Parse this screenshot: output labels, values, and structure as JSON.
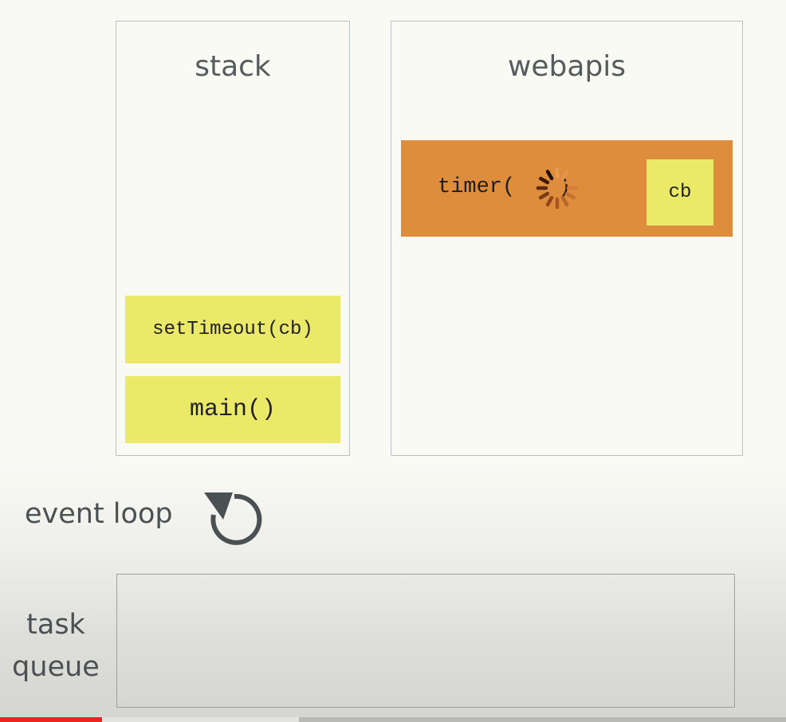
{
  "stack": {
    "title": "stack",
    "frames": [
      "setTimeout(cb)",
      "main()"
    ]
  },
  "webapis": {
    "title": "webapis",
    "timer_label": "timer(",
    "timer_close": ")",
    "callback": "cb"
  },
  "event_loop": {
    "label": "event loop",
    "icon": "loop-arrow-icon"
  },
  "task_queue": {
    "label_line1": "task",
    "label_line2": "queue",
    "items": []
  },
  "playback": {
    "played_fraction": 0.13,
    "buffered_fraction": 0.38
  },
  "colors": {
    "frame": "#ebe968",
    "timer": "#de8d3c",
    "label": "#4b5153",
    "progress": "#e8281f"
  }
}
